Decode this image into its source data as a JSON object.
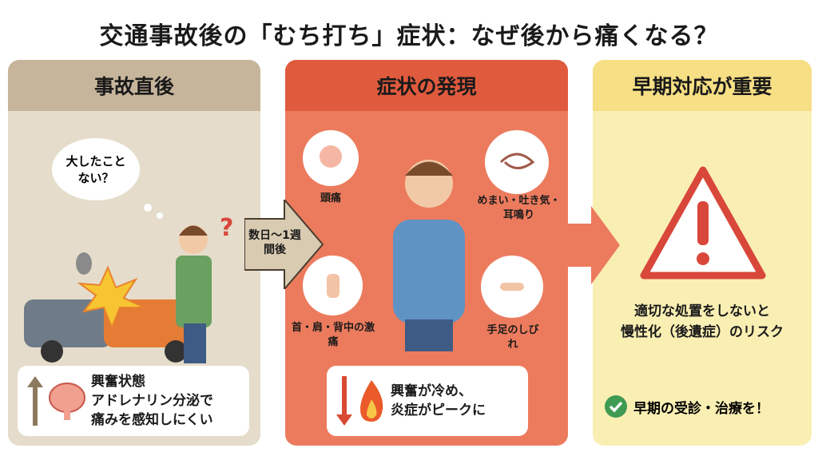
{
  "title": "交通事故後の「むち打ち」症状：なぜ後から痛くなる？",
  "panels": [
    {
      "heading": "事故直後",
      "thought": "大したことない？",
      "box_title": "興奮状態",
      "box_text1": "アドレナリン分泌で",
      "box_text2": "痛みを感知しにくい",
      "color": "#c7b59b"
    },
    {
      "heading": "症状の発現",
      "box_text1": "興奮が冷め、",
      "box_text2": "炎症がピークに",
      "symptoms": [
        "頭痛",
        "めまい・吐き気・耳鳴り",
        "首・肩・背中の激痛",
        "手足のしびれ"
      ],
      "color": "#e05a3d"
    },
    {
      "heading": "早期対応が重要",
      "warning_text1": "適切な処置をしないと",
      "warning_text2": "慢性化（後遺症）のリスク",
      "cta": "早期の受診・治療を！",
      "color": "#f7df85"
    }
  ],
  "arrow_label": "数日〜1週間後",
  "icons": [
    "thought-bubble",
    "car-crash-icon",
    "brain-icon",
    "up-arrow",
    "down-arrow",
    "fire-icon",
    "warning-icon",
    "check-circle-icon"
  ]
}
